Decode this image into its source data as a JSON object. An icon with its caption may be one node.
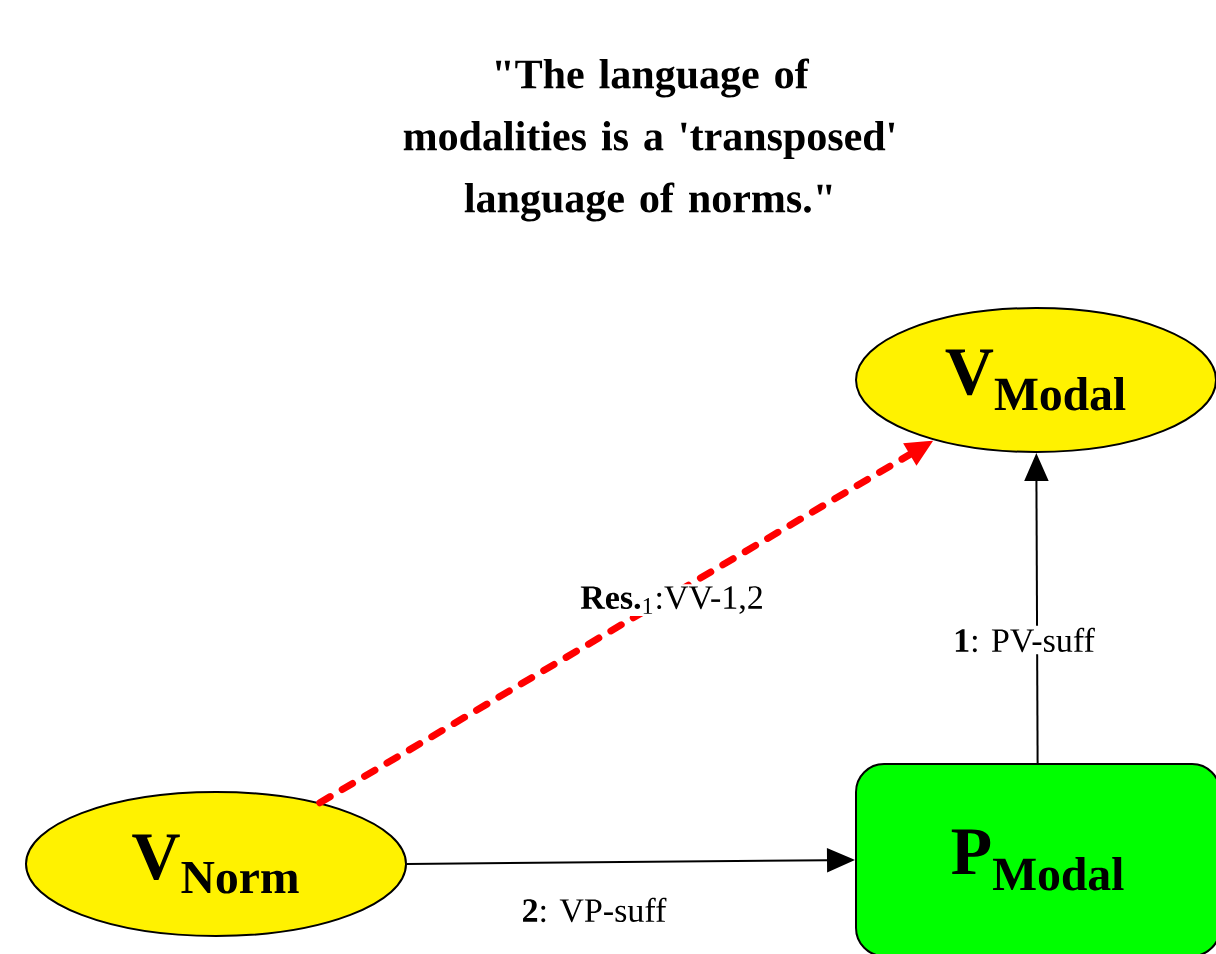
{
  "diagram": {
    "title": "\"The language of modalities is a 'transposed' language of norms.\"",
    "nodes": [
      {
        "text": [
          "V$_{Modal}$"
        ]
      },
      {
        "text": [
          "V$_{Norm}$"
        ]
      },
      {
        "text": [
          "P$_{Modal}$"
        ]
      }
    ],
    "edges": [
      {
        "from": 1,
        "to": 0,
        "arrow": "to",
        "label": "**Res.**$_{1}$:VV-1,2",
        "style": "dashed",
        "color": "#ff0000"
      },
      {
        "from": 1,
        "to": 2,
        "arrow": "to",
        "label": "**2**: VP-suff"
      },
      {
        "from": 2,
        "to": 0,
        "arrow": "to",
        "label": "**1**: PV-suff"
      }
    ]
  }
}
